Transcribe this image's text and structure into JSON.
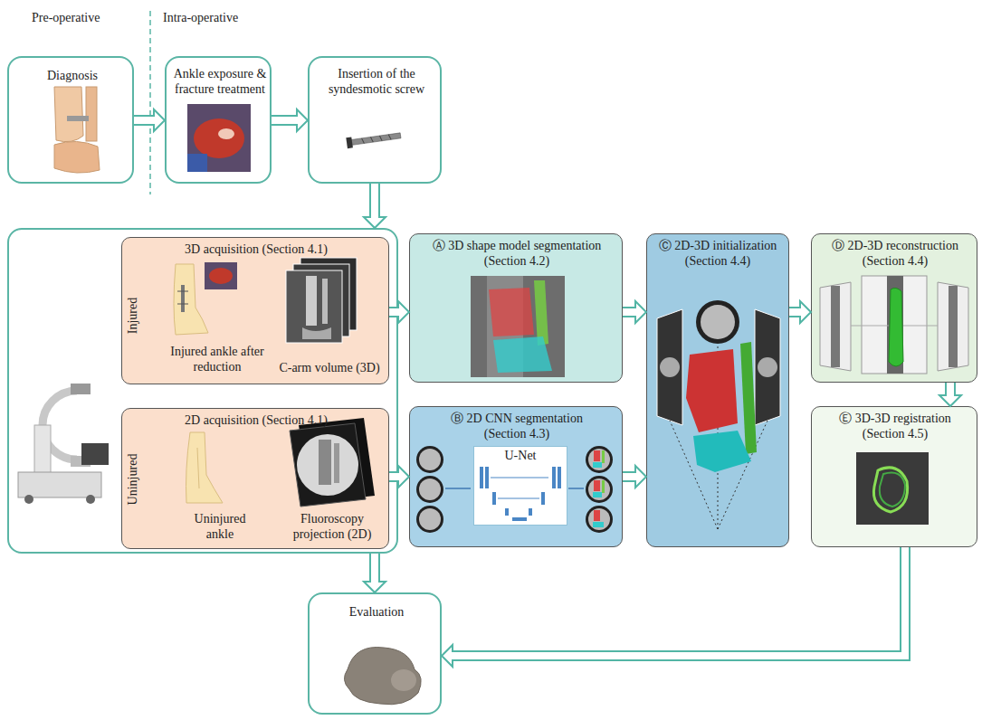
{
  "diagram": {
    "nodes": [
      {
        "text": [
          "Diagnosis"
        ]
      },
      {
        "text": [
          "Ankle exposure & fracture treatment"
        ]
      },
      {
        "text": [
          "Insertion of the syndesmotic screw"
        ]
      },
      {
        "text": [
          "Injured",
          "Uninjured"
        ]
      },
      {
        "text": [
          "3D acquisition (Section 4.1)",
          "Injured ankle after reduction",
          "C-arm volume (3D)"
        ],
        "in": 3
      },
      {
        "text": [
          "2D acquisition (Section 4.1)",
          "Uninjured ankle",
          "Fluoroscopy projection (2D)"
        ],
        "in": 3
      },
      {
        "text": [
          "Ⓐ 3D shape model segmentation (Section 4.2)"
        ]
      },
      {
        "text": [
          "Ⓑ 2D CNN segmentation (Section 4.3)"
        ]
      },
      {
        "text": [
          "U-Net"
        ],
        "in": 7
      },
      {
        "text": [
          "Ⓒ 2D-3D initialization (Section 4.4)"
        ]
      },
      {
        "text": [
          "Ⓓ 2D-3D reconstruction (Section 4.4)"
        ]
      },
      {
        "text": [
          "Ⓔ 3D-3D registration (Section 4.5)"
        ]
      },
      {
        "text": [
          "Evaluation"
        ]
      }
    ],
    "edges": [
      {
        "from": 0,
        "to": 1,
        "arrow": "to"
      },
      {
        "from": 1,
        "to": 2,
        "arrow": "to"
      },
      {
        "from": 2,
        "to": 3,
        "arrow": "to"
      },
      {
        "from": 4,
        "to": 6,
        "arrow": "to"
      },
      {
        "from": 5,
        "to": 7,
        "arrow": "to"
      },
      {
        "from": 6,
        "to": 9,
        "arrow": "to"
      },
      {
        "from": 7,
        "to": 9,
        "arrow": "to"
      },
      {
        "from": 9,
        "to": 10,
        "arrow": "to"
      },
      {
        "from": 10,
        "to": 11,
        "arrow": "to"
      },
      {
        "from": 11,
        "to": 12,
        "arrow": "to"
      },
      {
        "from": 3,
        "to": 12,
        "arrow": "to"
      }
    ],
    "labels": [
      "Pre-operative",
      "Intra-operative"
    ]
  }
}
